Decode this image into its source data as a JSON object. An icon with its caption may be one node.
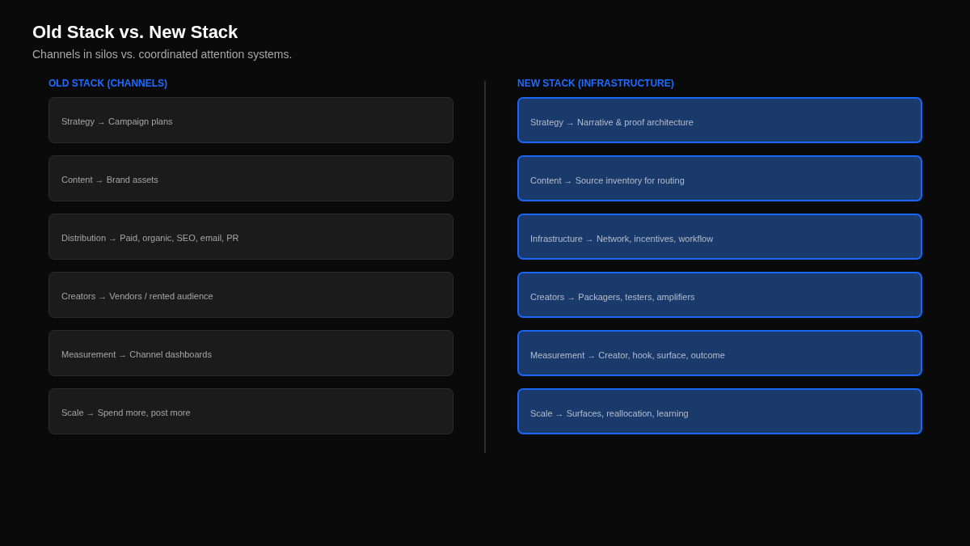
{
  "diagram": {
    "title": "Old Stack vs. New Stack",
    "nodes": [
      {
        "text": [
          "Strategy → Campaign plans"
        ]
      },
      {
        "text": [
          "Content → Brand assets"
        ]
      },
      {
        "text": [
          "Distribution → Paid, organic, SEO, email, PR"
        ]
      },
      {
        "text": [
          "Creators → Vendors / rented audience"
        ]
      },
      {
        "text": [
          "Measurement → Channel dashboards"
        ]
      },
      {
        "text": [
          "Scale → Spend more, post more"
        ]
      },
      {
        "text": [
          "Strategy → Narrative & proof architecture"
        ]
      },
      {
        "text": [
          "Content → Source inventory for routing"
        ]
      },
      {
        "text": [
          "Infrastructure → Network, incentives, workflow"
        ]
      },
      {
        "text": [
          "Creators → Packagers, testers, amplifiers"
        ]
      },
      {
        "text": [
          "Measurement → Creator, hook, surface, outcome"
        ]
      },
      {
        "text": [
          "Scale → Surfaces, reallocation, learning"
        ]
      }
    ],
    "labels": [
      "Channels in silos vs. coordinated attention systems.",
      "OLD STACK (CHANNELS)",
      "NEW STACK (INFRASTRUCTURE)"
    ]
  }
}
